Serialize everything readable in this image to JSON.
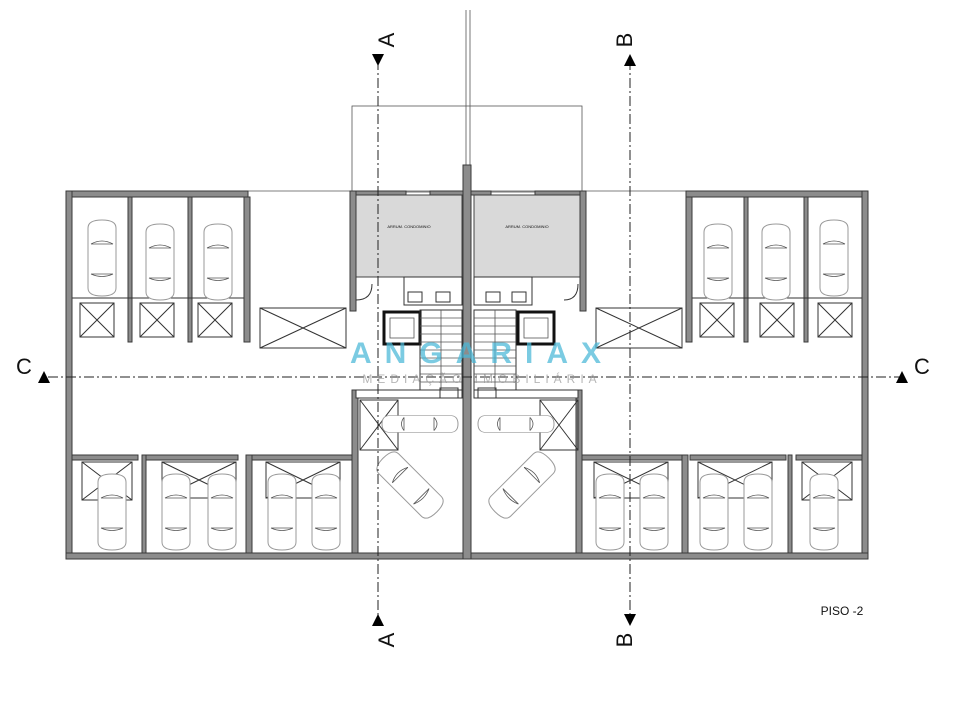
{
  "section_labels": {
    "a_top": "A",
    "a_bottom": "A",
    "b_top": "B",
    "b_bottom": "B",
    "c_left": "C",
    "c_right": "C"
  },
  "floor_label": "PISO -2",
  "watermark": {
    "brand": "ANGARIAX",
    "tagline": "MEDIAÇÃO IMOBILIÁRIA",
    "color": "#49b8d8"
  },
  "colors": {
    "wall": "#8c8c8c",
    "storage_fill": "#d9d9d9",
    "line": "#333333"
  }
}
